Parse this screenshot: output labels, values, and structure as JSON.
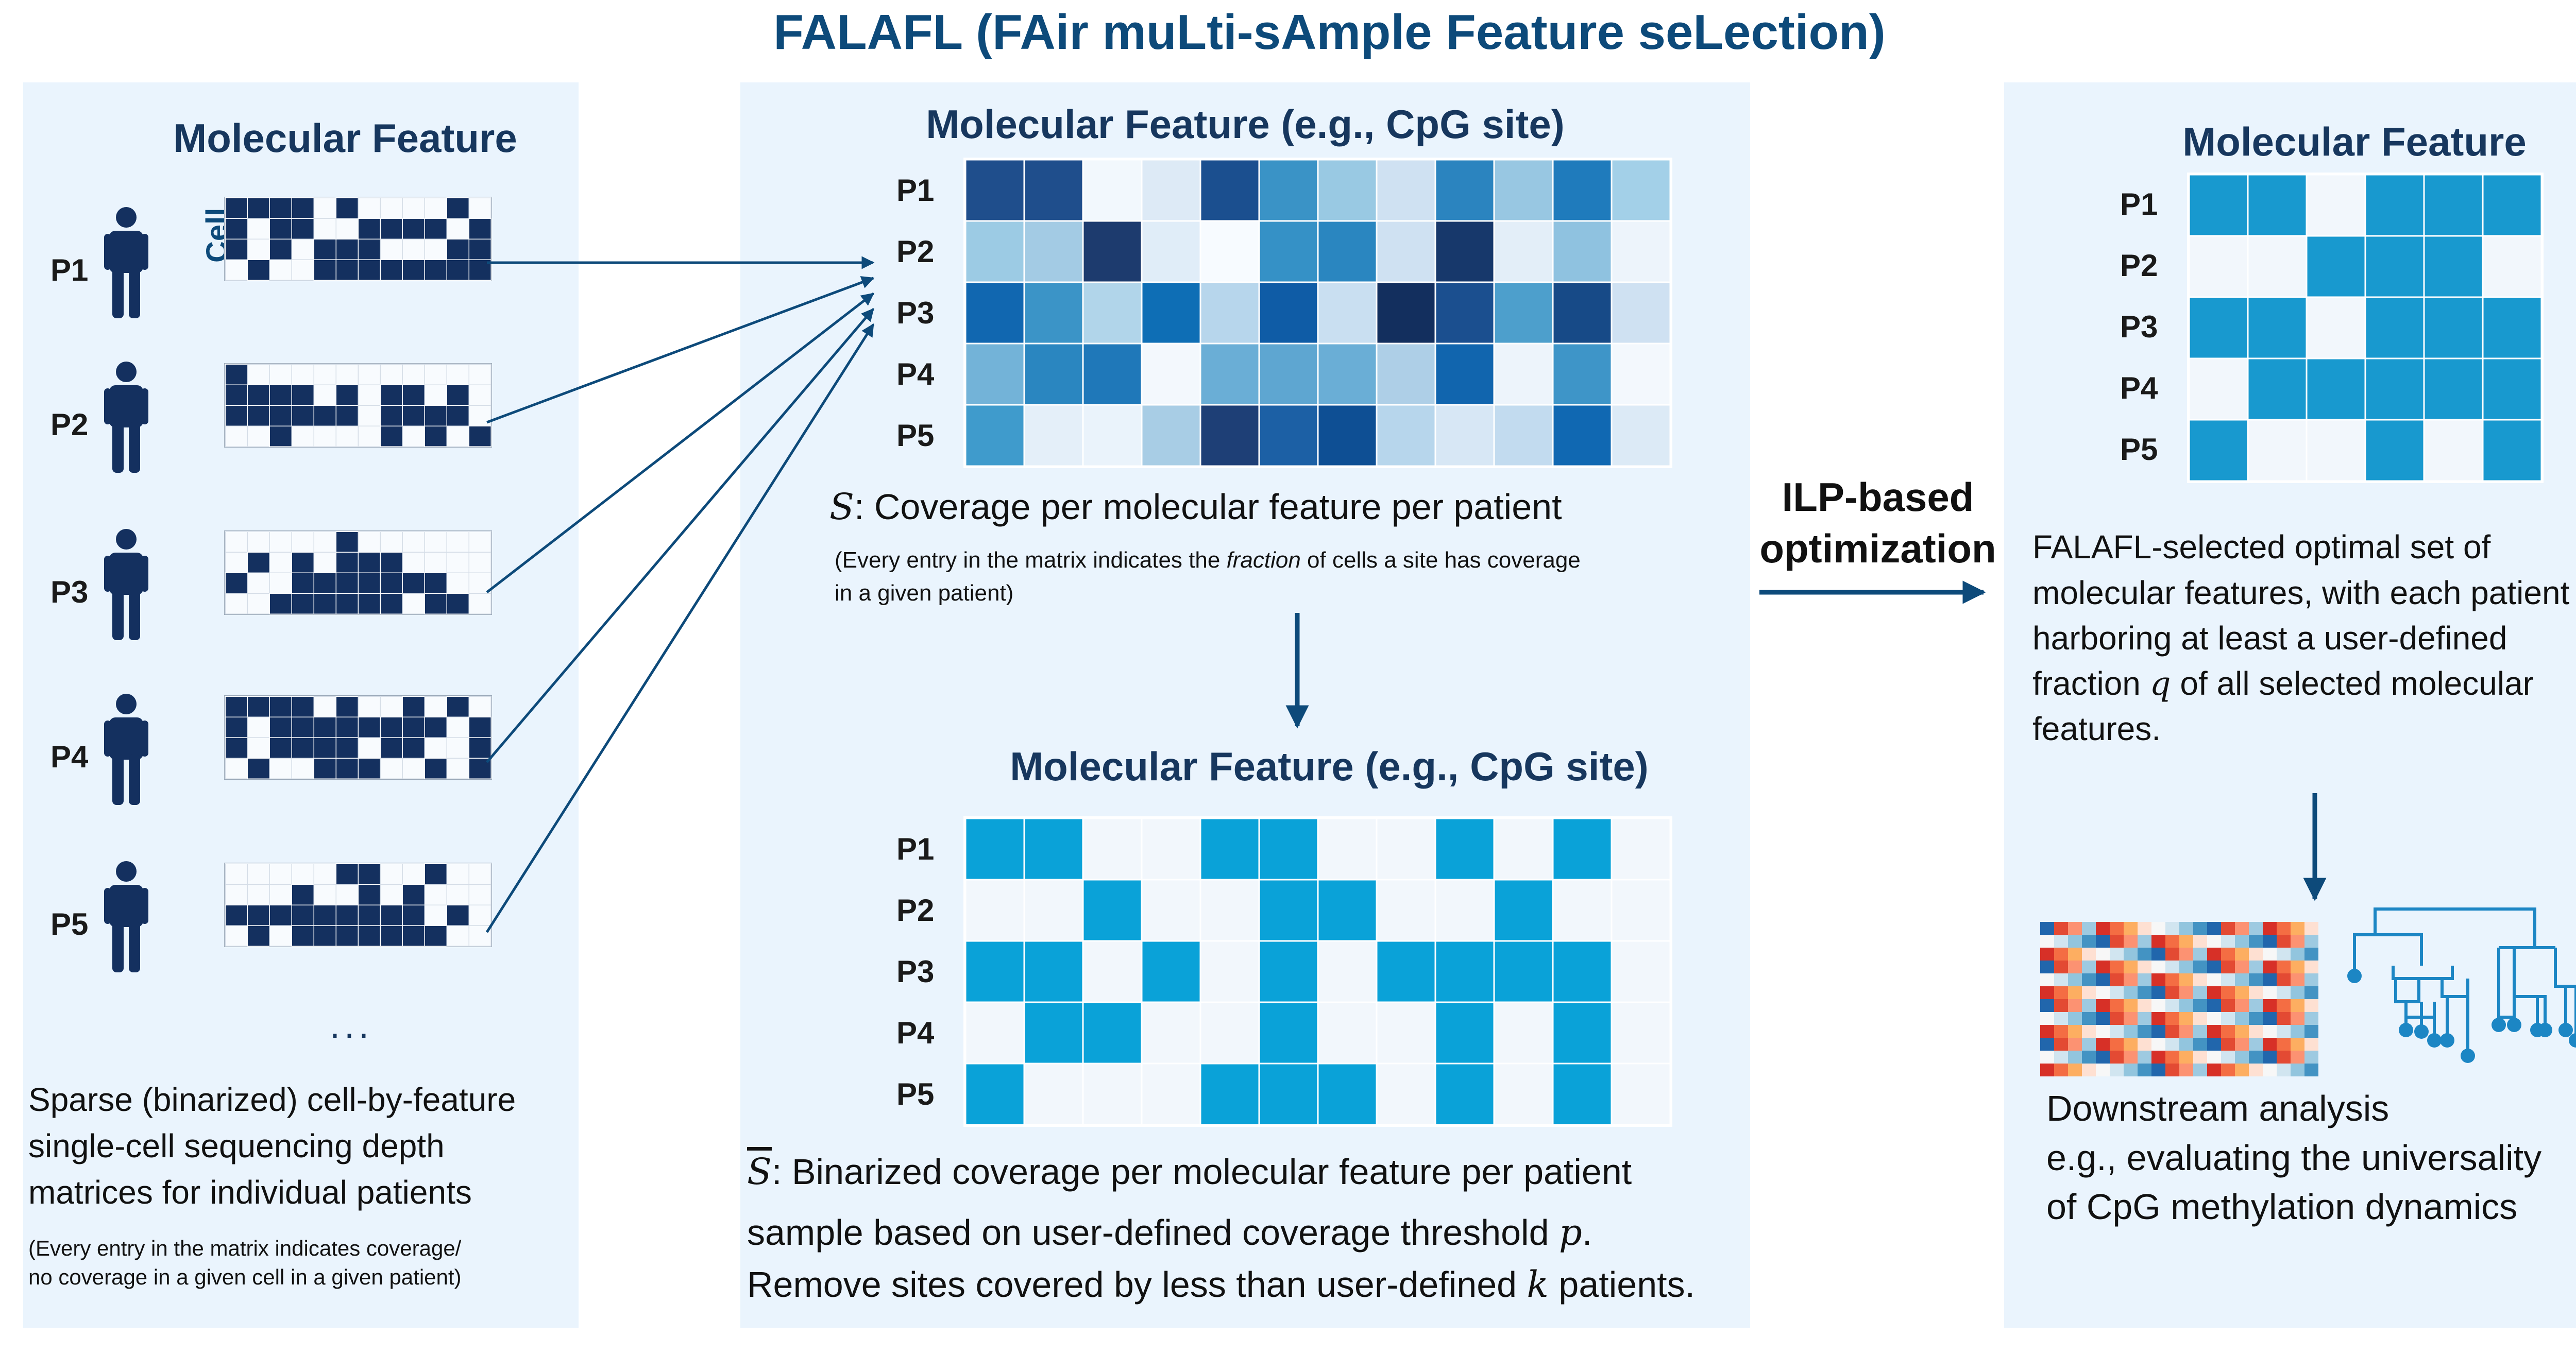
{
  "title": "FALAFL (FAir muLti-sAmple Feature seLection)",
  "left": {
    "header": "Molecular Feature",
    "cell_label": "Cell",
    "patients": [
      "P1",
      "P2",
      "P3",
      "P4",
      "P5"
    ],
    "ellipsis": "...",
    "desc": [
      "Sparse (binarized) cell-by-feature",
      "single-cell sequencing depth",
      "matrices for individual patients"
    ],
    "note": [
      "(Every entry in the matrix indicates coverage/",
      "no coverage in a given cell in a given patient)"
    ],
    "matrices": [
      [
        "111101000010",
        "101100111101",
        "101011100011",
        "010011111111"
      ],
      [
        "100000000000",
        "111101011010",
        "111111011110",
        "001000010101"
      ],
      [
        "000001000000",
        "010101110000",
        "100111111100",
        "001111110110"
      ],
      [
        "111101001010",
        "101111111101",
        "101111011001",
        "010011100101"
      ],
      [
        "000001100100",
        "000100101000",
        "111111111010",
        "010111111100"
      ]
    ]
  },
  "middle": {
    "header_top": "Molecular Feature (e.g., CpG site)",
    "rows": [
      "P1",
      "P2",
      "P3",
      "P4",
      "P5"
    ],
    "caption_symbol": "S",
    "caption_top": ": Coverage per molecular feature per patient",
    "note_top_pre": "(Every entry in the matrix indicates the ",
    "note_top_em": "fraction",
    "note_top_post": " of cells a site has coverage",
    "note_top_line2": "in a given patient)",
    "header_bottom": "Molecular Feature (e.g., CpG site)",
    "caption_bottom_line1": ": Binarized coverage per molecular feature per patient",
    "caption_bottom_line2_pre": "sample based on user-defined coverage threshold ",
    "caption_bottom_line2_var": "p",
    "caption_bottom_line2_post": ".",
    "caption_bottom_line3_pre": "Remove sites covered by less than user-defined ",
    "caption_bottom_line3_var": "k",
    "caption_bottom_line3_post": " patients.",
    "heatmap": [
      [
        "#1f4e8c",
        "#1f4e8c",
        "#f2f8fd",
        "#ddeaf6",
        "#1b4f8f",
        "#3a93c6",
        "#99c9e3",
        "#cfe1f2",
        "#2b84bf",
        "#98c7e2",
        "#1f7bbc",
        "#a3d0e8"
      ],
      [
        "#9ccbe4",
        "#a3cbe4",
        "#1d3b6e",
        "#e0edf8",
        "#f7fbff",
        "#3591c6",
        "#2a86c0",
        "#cfe1f2",
        "#17386b",
        "#e3eef8",
        "#8fc2e0",
        "#edf4fb"
      ],
      [
        "#1167b0",
        "#3b94c7",
        "#b1d5ea",
        "#0e6eb5",
        "#b7d6ec",
        "#0f5ca6",
        "#c9dff1",
        "#132f5e",
        "#1b4f8f",
        "#4d9fcc",
        "#174a87",
        "#cfe1f2"
      ],
      [
        "#73b3d8",
        "#2a86c0",
        "#1f78b9",
        "#f3f8fd",
        "#6aaed6",
        "#5ea6d1",
        "#6aaed6",
        "#aecfe7",
        "#1165ae",
        "#edf4fb",
        "#3e95c8",
        "#f3f8fd"
      ],
      [
        "#3f9bcc",
        "#e4eff9",
        "#eaf3fb",
        "#a8cde5",
        "#1e3f76",
        "#1c60a5",
        "#0e4f94",
        "#b7d6ec",
        "#d7e7f5",
        "#c2dbef",
        "#1068b2",
        "#dceaf6"
      ]
    ],
    "binary": [
      "110011001010",
      "001001100100",
      "110101011110",
      "011001001010",
      "100011101010"
    ]
  },
  "arrow_label": [
    "ILP-based",
    "optimization"
  ],
  "right": {
    "header": "Molecular Feature",
    "rows": [
      "P1",
      "P2",
      "P3",
      "P4",
      "P5"
    ],
    "selected": [
      "110111",
      "001110",
      "110111",
      "011111",
      "100101"
    ],
    "desc_line1": "FALAFL-selected optimal set of",
    "desc_line2": "molecular features, with each patient",
    "desc_line3": "harboring at least a user-defined",
    "desc_line4_pre": "fraction ",
    "desc_line4_var": "q",
    "desc_line4_post": " of all selected molecular",
    "desc_line5": "features.",
    "downstream": [
      "Downstream analysis",
      "e.g., evaluating the universality",
      "of CpG methylation dynamics"
    ]
  },
  "colors": {
    "dark_cell": "#14305f",
    "binary_on": "#0aa2d8",
    "selected_on": "#1899cf",
    "light_cell": "#f2f7fc",
    "accent": "#0d4a7a",
    "panel_bg": "#eaf4fd"
  }
}
